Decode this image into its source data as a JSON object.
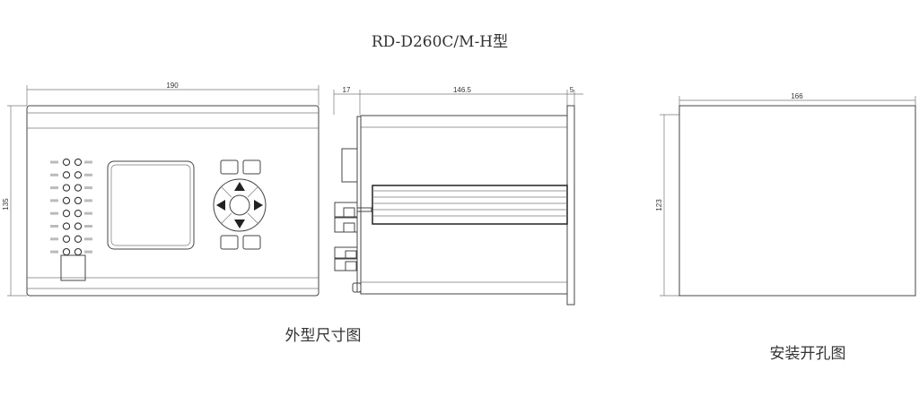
{
  "title": "RD-D260C/M-H型",
  "front_view": {
    "width_dim": "190",
    "height_dim": "135"
  },
  "side_view": {
    "dim_rear": "17",
    "dim_depth": "146.5",
    "dim_front": "5"
  },
  "cutout": {
    "width_dim": "166",
    "height_dim": "123"
  },
  "captions": {
    "outline": "外型尺寸图",
    "cutout": "安装开孔图"
  },
  "colors": {
    "line": "#444444",
    "text": "#333333"
  }
}
